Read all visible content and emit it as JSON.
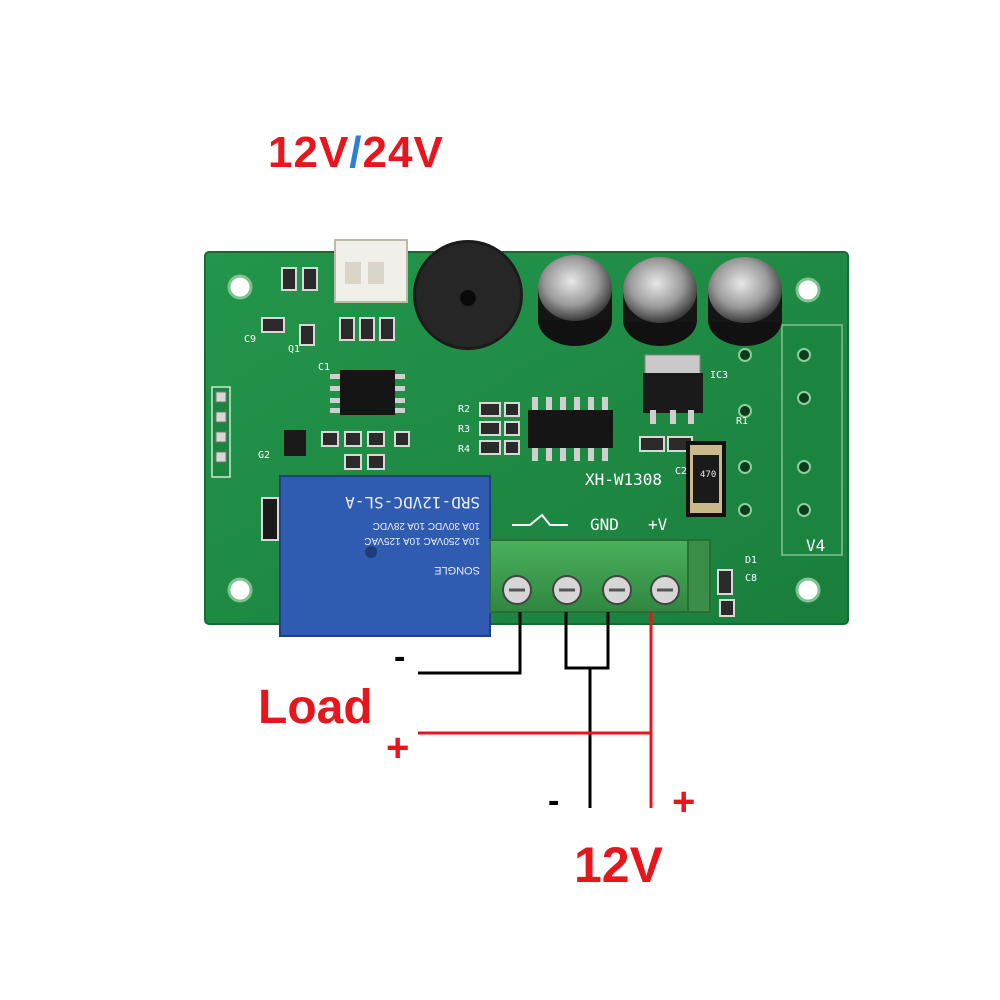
{
  "header": {
    "v12": "12V",
    "separator": "/",
    "v24": "24V"
  },
  "relay": {
    "model": "SRD-12VDC-SL-A",
    "rating_line1": "10A 250VAC  10A 125VAC",
    "rating_line2": "10A 30VDC  10A 28VDC",
    "brand": "SONGLE"
  },
  "board": {
    "model": "XH-W1308",
    "gnd_label": "GND",
    "vplus_label": "+V",
    "v4_label": "V4",
    "ic3_label": "IC3",
    "r1_label": "R1",
    "r2_label": "R2",
    "r3_label": "R3",
    "r4_label": "R4",
    "c1_label": "C1",
    "c2_label": "C2",
    "c8_label": "C8",
    "c9_label": "C9",
    "d1_label": "D1",
    "q1_label": "Q1",
    "g2_label": "G2",
    "cap_marking": "470"
  },
  "wiring": {
    "load_label": "Load",
    "load_minus": "-",
    "load_plus": "+",
    "supply_minus": "-",
    "supply_plus": "+",
    "supply_label": "12V"
  },
  "colors": {
    "pcb": "#1f8c45",
    "relay": "#2f5bb0",
    "terminal": "#3f9b4f",
    "wire_black": "#000000",
    "wire_red": "#e8161c",
    "accent_blue": "#2a7fd6"
  }
}
